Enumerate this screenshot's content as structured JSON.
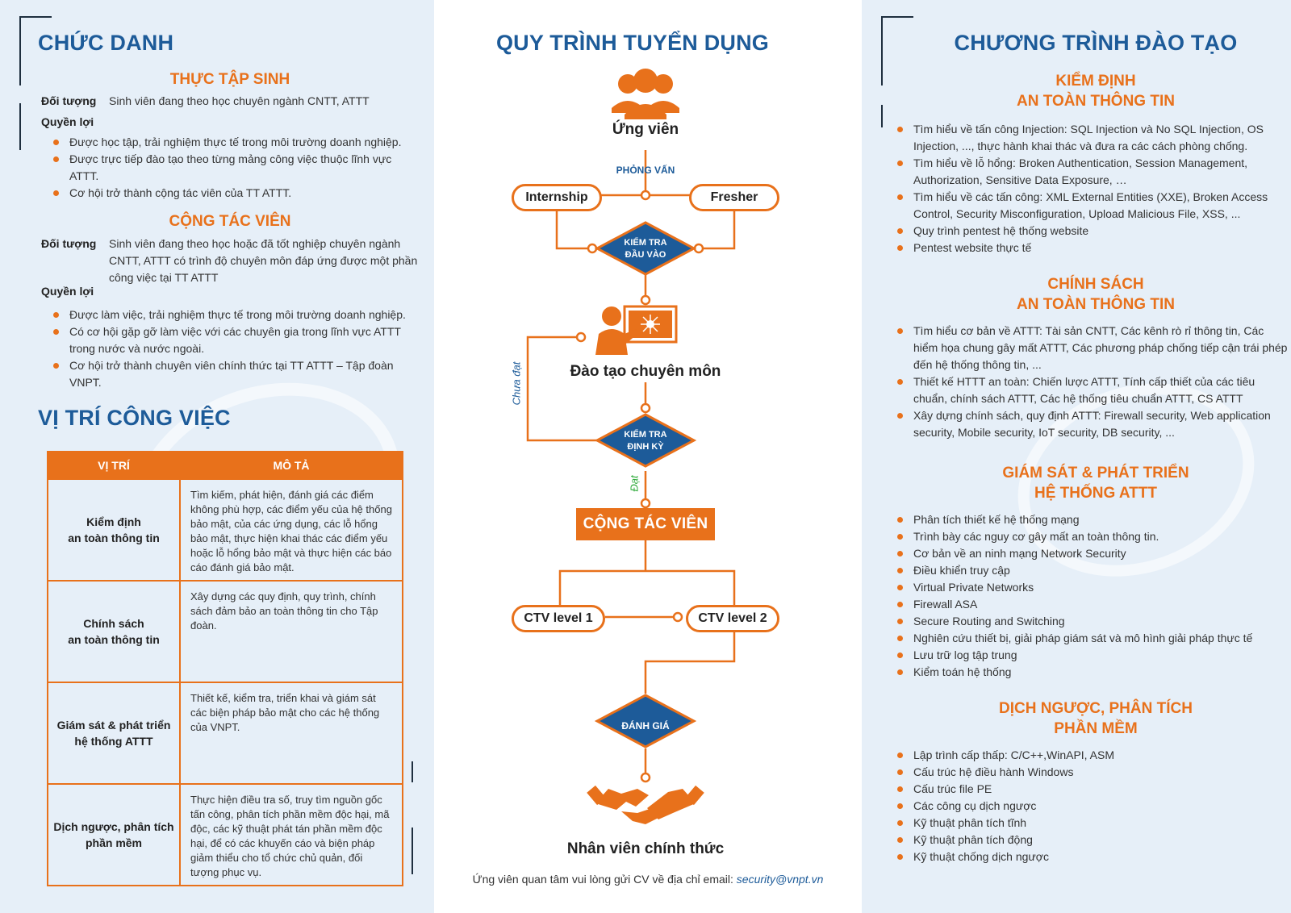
{
  "left": {
    "title": "CHỨC DANH",
    "intern": {
      "title": "THỰC TẬP SINH",
      "target_label": "Đối tượng",
      "target_text": "Sinh viên đang theo học chuyên ngành CNTT, ATTT",
      "benefits_label": "Quyền lợi",
      "benefits": [
        "Được học tập, trải nghiệm thực tế trong môi trường doanh nghiệp.",
        "Được trực tiếp đào tạo theo từng mảng công việc thuộc lĩnh vực ATTT.",
        "Cơ hội trở thành cộng tác viên của TT ATTT."
      ]
    },
    "collab": {
      "title": "CỘNG TÁC VIÊN",
      "target_label": "Đối tượng",
      "target_text": "Sinh viên đang theo học hoặc đã tốt nghiệp chuyên ngành CNTT, ATTT có trình độ chuyên môn đáp ứng được một phần công việc tại TT ATTT",
      "benefits_label": "Quyền lợi",
      "benefits": [
        "Được làm việc, trải nghiệm thực tế trong môi trường doanh nghiệp.",
        "Có cơ hội gặp gỡ làm việc với các chuyên gia trong lĩnh vực ATTT trong nước và nước ngoài.",
        "Cơ hội trở thành chuyên viên chính thức tại TT ATTT – Tập đoàn VNPT."
      ]
    },
    "jobs_title": "VỊ TRÍ CÔNG VIỆC",
    "table": {
      "headers": [
        "VỊ TRÍ",
        "MÔ TẢ"
      ],
      "rows": [
        {
          "pos1": "Kiểm định",
          "pos2": "an toàn thông tin",
          "desc": "Tìm kiếm, phát hiện, đánh giá các điểm không phù hợp, các điểm yếu của hệ thống bảo mật, của các ứng dụng, các lỗ hổng bảo mật, thực hiện khai thác các điểm yếu hoặc lỗ hổng bảo mật và thực hiện các báo cáo đánh giá bảo mật."
        },
        {
          "pos1": "Chính sách",
          "pos2": "an toàn thông tin",
          "desc": "Xây dựng các quy định, quy trình, chính sách đảm bảo an toàn thông tin cho Tập đoàn."
        },
        {
          "pos1": "Giám sát & phát triển",
          "pos2": "hệ thống ATTT",
          "desc": "Thiết kế, kiểm tra, triển khai và giám sát các biện pháp bảo mật cho các hệ thống của VNPT."
        },
        {
          "pos1": "Dịch ngược, phân tích",
          "pos2": "phần mềm",
          "desc": "Thực hiện điều tra số, truy tìm nguồn gốc tấn công, phân tích phần mềm độc hại, mã độc, các kỹ thuật phát tán phần mềm độc hại, để có các khuyến cáo và biện pháp giảm thiểu cho tổ chức chủ quản, đối tượng phục vụ."
        }
      ]
    }
  },
  "middle": {
    "title": "QUY TRÌNH TUYỂN DỤNG",
    "candidate": "Ứng viên",
    "interview": "PHỎNG VẤN",
    "internship": "Internship",
    "fresher": "Fresher",
    "check_input_1": "KIỂM TRA",
    "check_input_2": "ĐẦU VÀO",
    "training": "Đào tạo chuyên môn",
    "not_passed": "Chưa đạt",
    "check_periodic_1": "KIỂM TRA",
    "check_periodic_2": "ĐỊNH KỲ",
    "passed": "Đạt",
    "collaborator": "CỘNG TÁC VIÊN",
    "ctv1": "CTV level 1",
    "ctv2": "CTV level 2",
    "evaluate": "ĐÁNH GIÁ",
    "official": "Nhân viên chính thức",
    "footer_text": "Ứng viên quan tâm vui lòng gửi CV về địa chỉ email: ",
    "footer_email": "security@vnpt.vn"
  },
  "right": {
    "title": "CHƯƠNG TRÌNH ĐÀO TẠO",
    "sections": [
      {
        "t1": "KIỂM ĐỊNH",
        "t2": "AN TOÀN THÔNG TIN",
        "items": [
          "Tìm hiểu về tấn công Injection: SQL Injection và No SQL Injection, OS Injection, ..., thực hành khai thác và đưa ra các cách phòng chống.",
          "Tìm hiểu về lỗ hổng: Broken Authentication, Session Management, Authorization, Sensitive Data Exposure, …",
          "Tìm hiểu về các tấn công: XML External Entities (XXE), Broken Access Control, Security Misconfiguration, Upload Malicious File, XSS, ...",
          "Quy trình pentest hệ thống website",
          "Pentest website thực tế"
        ]
      },
      {
        "t1": "CHÍNH SÁCH",
        "t2": "AN TOÀN THÔNG TIN",
        "items": [
          "Tìm hiểu cơ bản về ATTT: Tài sản CNTT, Các kênh rò rỉ thông tin, Các hiểm họa chung gây mất ATTT, Các phương pháp chống tiếp cận trái phép đến hệ thống thông tin, ...",
          "Thiết kế HTTT an toàn: Chiến lược ATTT, Tính cấp thiết của các tiêu chuẩn, chính sách ATTT, Các hệ thống tiêu chuẩn ATTT, CS ATTT",
          "Xây dựng chính sách, quy định ATTT: Firewall security, Web application security, Mobile security, IoT security, DB security, ..."
        ]
      },
      {
        "t1": "GIÁM SÁT & PHÁT TRIỂN",
        "t2": "HỆ THỐNG ATTT",
        "items": [
          "Phân tích thiết kế hệ thống mạng",
          "Trình bày các nguy cơ gây mất an toàn thông tin.",
          "Cơ bản về an ninh mạng Network Security",
          "Điều khiển truy cập",
          "Virtual Private Networks",
          "Firewall ASA",
          "Secure Routing and Switching",
          "Nghiên cứu thiết bị, giải pháp giám sát và mô hình giải pháp thực tế",
          "Lưu trữ log tập trung",
          "Kiểm toán hệ thống"
        ]
      },
      {
        "t1": "DỊCH NGƯỢC, PHÂN TÍCH",
        "t2": "PHẦN MỀM",
        "items": [
          "Lập trình cấp thấp: C/C++,WinAPI, ASM",
          "Cấu trúc hệ điều hành Windows",
          "Cấu trúc file PE",
          "Các công cụ dịch ngược",
          "Kỹ thuật phân tích tĩnh",
          "Kỹ thuật phân tích động",
          "Kỹ thuật chống dịch ngược"
        ]
      }
    ]
  },
  "colors": {
    "navy": "#1d5b99",
    "orange": "#e8711b",
    "panel": "#e6eff8"
  }
}
